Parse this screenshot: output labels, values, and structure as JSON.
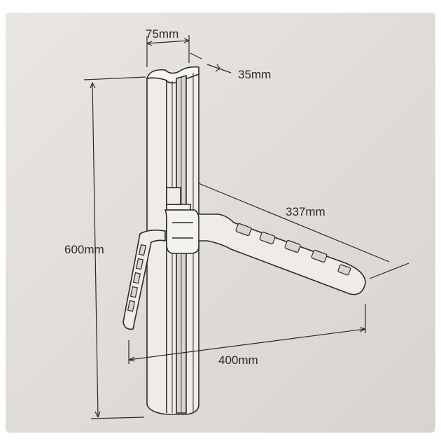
{
  "colors": {
    "photo_background": "#ffffff",
    "card": "#e4e1dd",
    "card_shade": "#d6d2cd",
    "line": "#2a2a2a",
    "part_fill": "#efece8"
  },
  "dimensions": {
    "top_width": "75mm",
    "depth": "35mm",
    "height": "600mm",
    "arm_length": "337mm",
    "horizontal_reach": "400mm"
  }
}
